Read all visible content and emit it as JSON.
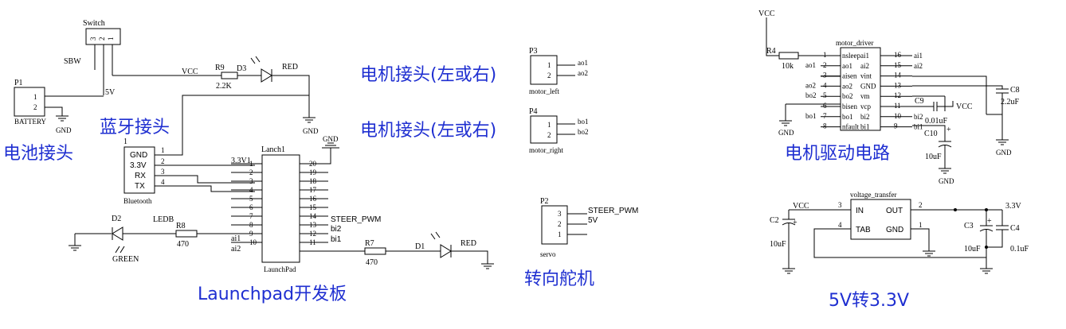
{
  "titles": {
    "battery_header": "电池接头",
    "bluetooth_header": "蓝牙接头",
    "motor_left_header": "电机接头(左或右)",
    "motor_right_header": "电机接头(左或右)",
    "launchpad_board": "Launchpad开发板",
    "servo_header": "转向舵机",
    "motor_drive": "电机驱动电路",
    "regulator": "5V转3.3V"
  },
  "switch": {
    "name": "Switch",
    "net": "SBW",
    "pins": [
      "3",
      "2",
      "1"
    ]
  },
  "battery": {
    "ref": "P1",
    "name": "BATTERY",
    "pins": [
      "1",
      "2"
    ]
  },
  "power": {
    "vcc": "VCC",
    "v5": "5V",
    "v33": "3.3V",
    "gnd": "GND"
  },
  "r9": {
    "ref": "R9",
    "value": "2.2K"
  },
  "d3": {
    "ref": "D3",
    "color": "RED"
  },
  "bluetooth": {
    "ref": "1",
    "name": "Bluetooth",
    "labels": [
      "GND",
      "3.3V",
      "RX",
      "TX"
    ],
    "pins": [
      "1",
      "2",
      "3",
      "4"
    ]
  },
  "launchpad": {
    "ref": "Lanch1",
    "name": "LaunchPad",
    "left_pins": [
      "1",
      "2",
      "3",
      "4",
      "5",
      "6",
      "7",
      "8",
      "9",
      "10"
    ],
    "right_pins": [
      "20",
      "19",
      "18",
      "17",
      "16",
      "15",
      "14",
      "13",
      "12",
      "11"
    ],
    "net_3v3": "3.3V1",
    "net_ai1": "ai1",
    "net_ai2": "ai2",
    "net_steer": "STEER_PWM",
    "net_bi2": "bi2",
    "net_bi1": "bi1"
  },
  "d2": {
    "ref": "D2",
    "color": "GREEN"
  },
  "r8": {
    "ref": "R8",
    "net": "LEDB",
    "value": "470"
  },
  "r7": {
    "ref": "R7",
    "value": "470"
  },
  "d1": {
    "ref": "D1",
    "color": "RED"
  },
  "p3": {
    "ref": "P3",
    "name": "motor_left",
    "pins": [
      "1",
      "2"
    ],
    "nets": [
      "ao1",
      "ao2"
    ]
  },
  "p4": {
    "ref": "P4",
    "name": "motor_right",
    "pins": [
      "1",
      "2"
    ],
    "nets": [
      "bo1",
      "bo2"
    ]
  },
  "p2": {
    "ref": "P2",
    "name": "servo",
    "pins": [
      "3",
      "2",
      "1"
    ],
    "nets": [
      "STEER_PWM",
      "5V"
    ]
  },
  "motor_driver": {
    "name": "motor_driver",
    "left_pins": [
      "1",
      "2",
      "3",
      "4",
      "5",
      "6",
      "7",
      "8"
    ],
    "left_labels": [
      "nsleep",
      "ao1",
      "aisen",
      "ao2",
      "bo2",
      "bisen",
      "bo1",
      "nfault"
    ],
    "left_nets": [
      "",
      "ao1",
      "",
      "ao2",
      "bo2",
      "",
      "bo1",
      ""
    ],
    "right_pins": [
      "16",
      "15",
      "14",
      "13",
      "12",
      "11",
      "10",
      "9"
    ],
    "right_labels": [
      "ai1",
      "ai2",
      "vint",
      "GND",
      "vm",
      "vcp",
      "bi2",
      "bi1"
    ],
    "right_nets": [
      "ai1",
      "ai2",
      "",
      "",
      "",
      "",
      "bi2",
      "bi1"
    ]
  },
  "r4": {
    "ref": "R4",
    "value": "10k"
  },
  "c8": {
    "ref": "C8",
    "value": "2.2uF"
  },
  "c9": {
    "ref": "C9",
    "value": "0.01uF"
  },
  "c10": {
    "ref": "C10",
    "value": "10uF"
  },
  "regulator_ic": {
    "name": "voltage_transfer",
    "labels": [
      "IN",
      "OUT",
      "TAB",
      "GND"
    ],
    "pins": [
      "3",
      "2",
      "4",
      "1"
    ]
  },
  "c2": {
    "ref": "C2",
    "value": "10uF"
  },
  "c3": {
    "ref": "C3",
    "value": "10uF"
  },
  "c4": {
    "ref": "C4",
    "value": "0.1uF"
  }
}
